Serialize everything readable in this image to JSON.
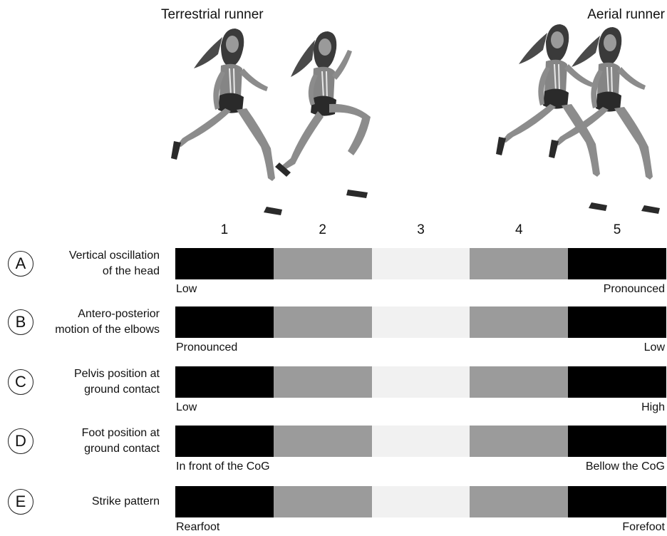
{
  "titles": {
    "left": "Terrestrial runner",
    "right": "Aerial runner"
  },
  "scale_numbers": [
    "1",
    "2",
    "3",
    "4",
    "5"
  ],
  "segment_colors": [
    "#000000",
    "#9b9b9b",
    "#f1f1f1",
    "#9b9b9b",
    "#000000"
  ],
  "rows": [
    {
      "letter": "A",
      "label": "Vertical oscillation\nof the head",
      "left_end": "Low",
      "right_end": "Pronounced"
    },
    {
      "letter": "B",
      "label": "Antero-posterior\nmotion of the elbows",
      "left_end": "Pronounced",
      "right_end": "Low"
    },
    {
      "letter": "C",
      "label": "Pelvis position at\nground contact",
      "left_end": "Low",
      "right_end": "High"
    },
    {
      "letter": "D",
      "label": "Foot position at\nground contact",
      "left_end": "In front of the CoG",
      "right_end": "Bellow the CoG"
    },
    {
      "letter": "E",
      "label": "Strike pattern",
      "left_end": "Rearfoot",
      "right_end": "Forefoot"
    }
  ]
}
